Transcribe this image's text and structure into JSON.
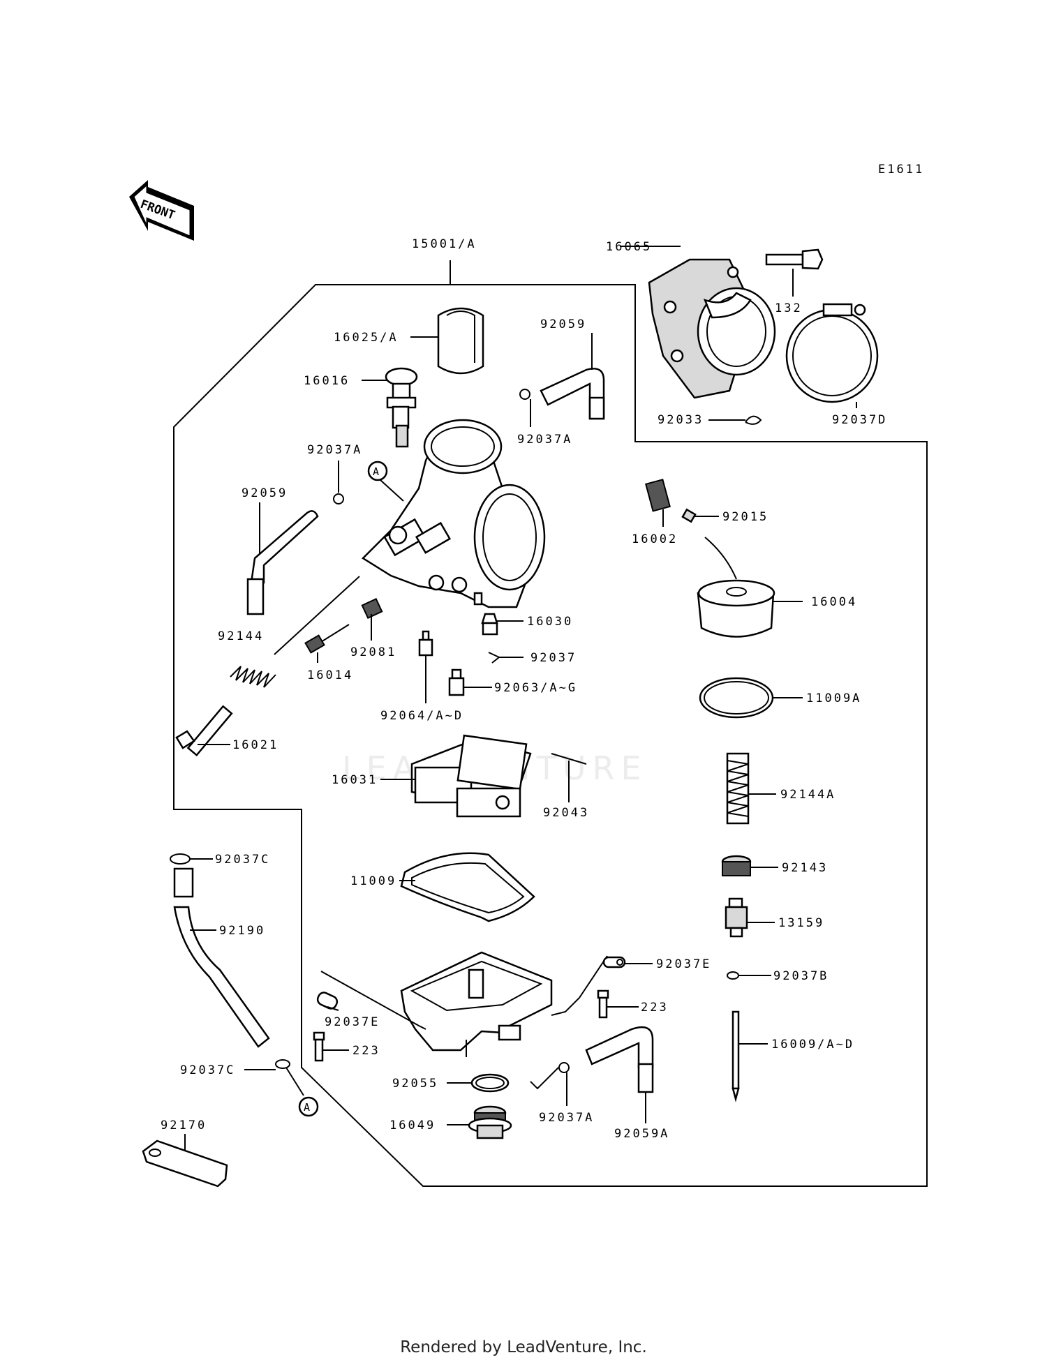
{
  "diagram_code": "E1611",
  "front_label": "FRONT",
  "watermark": "LEADVENTURE",
  "footer": "Rendered by LeadVenture, Inc.",
  "parts": {
    "p15001": "15001/A",
    "p16065": "16065",
    "p132": "132",
    "p16025": "16025/A",
    "p92059_top": "92059",
    "p16016": "16016",
    "p92037A_top": "92037A",
    "p92033": "92033",
    "p92037D": "92037D",
    "p92037A_left": "92037A",
    "p92059_left": "92059",
    "circleA_top": "A",
    "p16002": "16002",
    "p92015": "92015",
    "p16004": "16004",
    "p16030": "16030",
    "p92144": "92144",
    "p16014": "16014",
    "p92081": "92081",
    "p92037": "92037",
    "p92063": "92063/A~G",
    "p92064": "92064/A~D",
    "p11009A": "11009A",
    "p16021": "16021",
    "p16031": "16031",
    "p92043": "92043",
    "p92144A": "92144A",
    "p92037C_top": "92037C",
    "p11009": "11009",
    "p92143": "92143",
    "p13159": "13159",
    "p92190": "92190",
    "p92037E_right": "92037E",
    "p92037B": "92037B",
    "p223_right": "223",
    "p92037E_left": "92037E",
    "p16009": "16009/A~D",
    "p223_left": "223",
    "p92037C_bottom": "92037C",
    "p92055": "92055",
    "circleA_bottom": "A",
    "p16049": "16049",
    "p92037A_bottom": "92037A",
    "p92059A": "92059A",
    "p92170": "92170"
  }
}
